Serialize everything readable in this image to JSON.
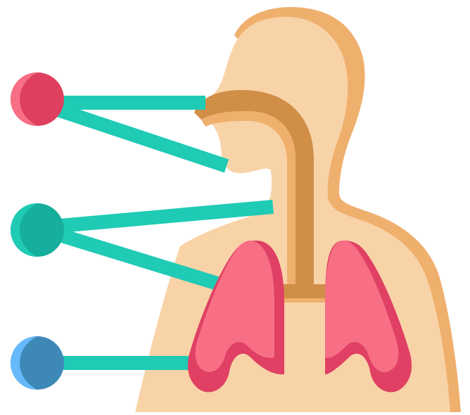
{
  "illustration": {
    "subject": "respiratory-system",
    "icons": [
      "head-silhouette-icon",
      "trachea-icon",
      "lung-left-icon",
      "lung-right-icon"
    ],
    "markers": [
      {
        "name": "upper-marker",
        "color": "#F76E85",
        "shade": "#E0405F"
      },
      {
        "name": "middle-marker",
        "color": "#1FCBB5",
        "shade": "#16AE9C"
      },
      {
        "name": "lower-marker",
        "color": "#66B9FA",
        "shade": "#3E88B8"
      }
    ],
    "colors": {
      "skin": "#F9D3A8",
      "skin_shade": "#EFB06E",
      "airway": "#D18E46",
      "lung": "#F76E85",
      "lung_shade": "#DF4063",
      "connector": "#1FCBB5"
    }
  }
}
